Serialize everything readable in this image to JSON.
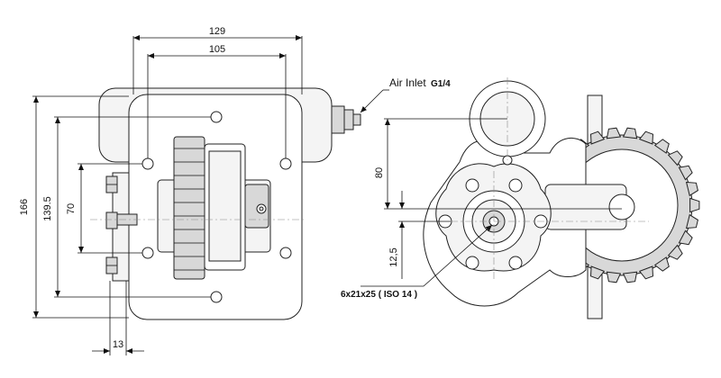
{
  "dimensions": {
    "width_total": "129",
    "width_holes": "105",
    "height_total": "166",
    "height_holes": "139.5",
    "height_bolts": "70",
    "flange_width": "13",
    "offset_upper": "80",
    "offset_lower": "12,5"
  },
  "labels": {
    "air_inlet": "Air Inlet",
    "air_inlet_thread": "G1/4",
    "shaft_spec": "6x21x25 ( ISO 14 )"
  },
  "colors": {
    "line": "#111111",
    "fill": "#f4f4f4",
    "shade": "#d8d8d8"
  }
}
